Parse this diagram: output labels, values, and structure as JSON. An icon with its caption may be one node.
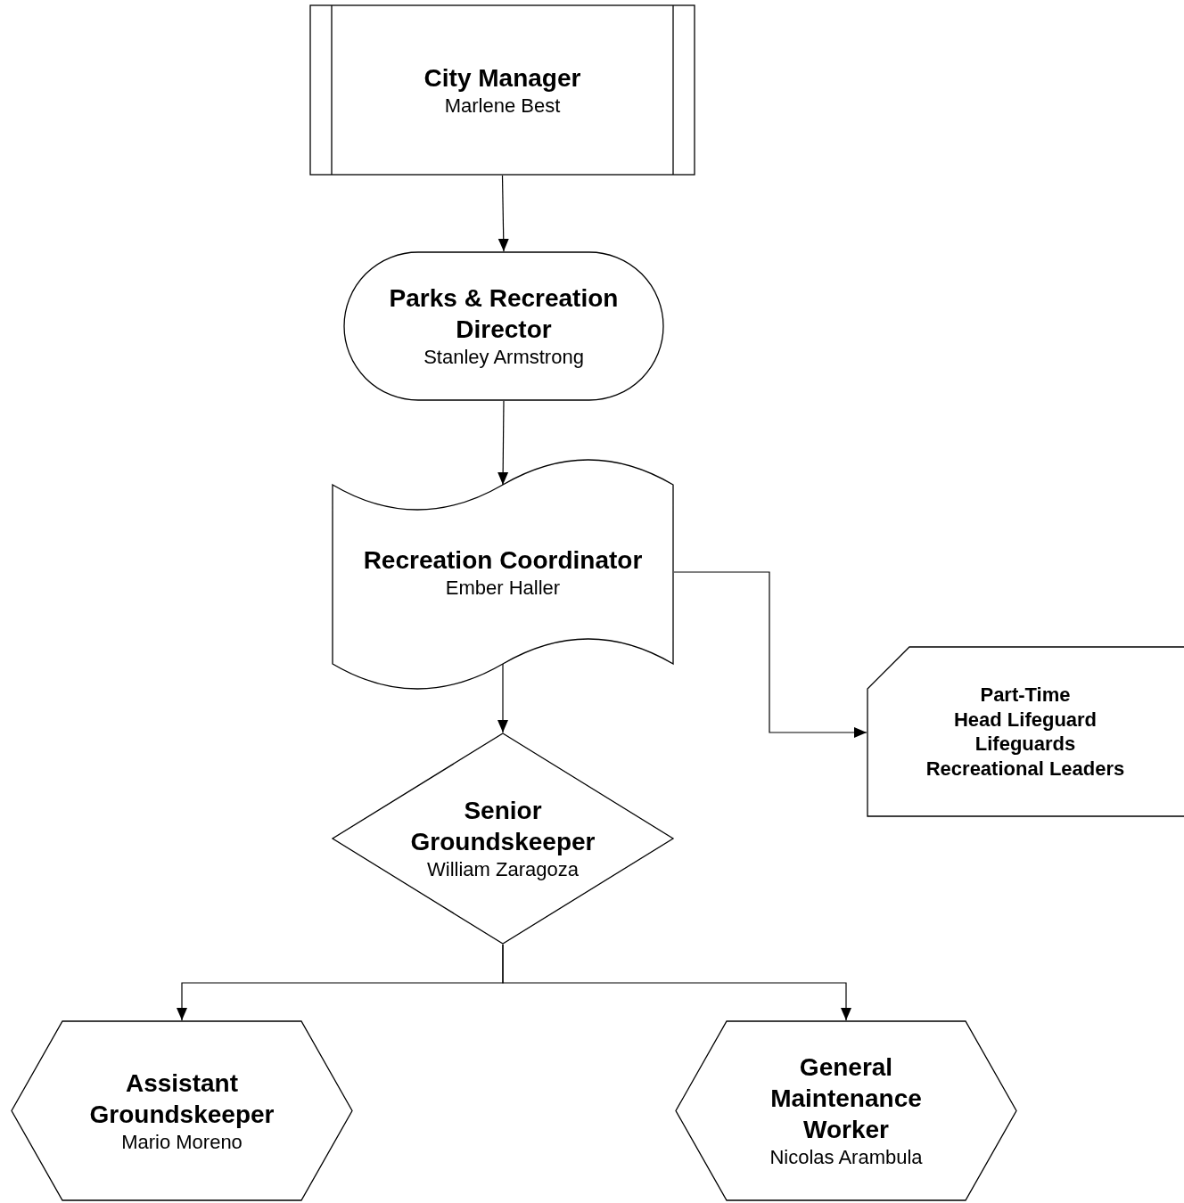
{
  "diagram": {
    "nodes": [
      {
        "text": [
          "City Manager",
          "Marlene Best"
        ]
      },
      {
        "text": [
          "Parks & Recreation Director",
          "Stanley Armstrong"
        ]
      },
      {
        "text": [
          "Recreation Coordinator",
          "Ember Haller"
        ]
      },
      {
        "text": [
          "Part-Time",
          "Head Lifeguard",
          "Lifeguards",
          "Recreational Leaders"
        ]
      },
      {
        "text": [
          "Senior Groundskeeper",
          "William Zaragoza"
        ]
      },
      {
        "text": [
          "Assistant Groundskeeper",
          "Mario Moreno"
        ]
      },
      {
        "text": [
          "General Maintenance Worker",
          "Nicolas Arambula"
        ]
      }
    ],
    "edges": [
      {
        "from": 0,
        "to": 1,
        "arrow": "to"
      },
      {
        "from": 1,
        "to": 2,
        "arrow": "to"
      },
      {
        "from": 2,
        "to": 4,
        "arrow": "to"
      },
      {
        "from": 2,
        "to": 3,
        "arrow": "to"
      },
      {
        "from": 4,
        "to": 5,
        "arrow": "to"
      },
      {
        "from": 4,
        "to": 6,
        "arrow": "to"
      }
    ]
  }
}
